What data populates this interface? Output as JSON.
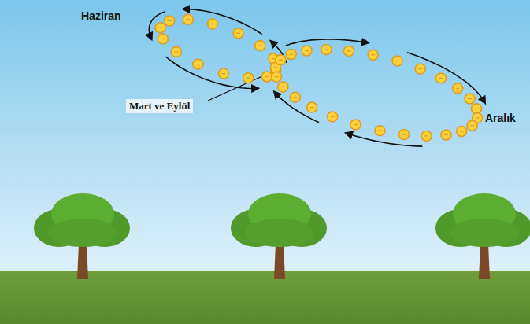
{
  "diagram": {
    "labels": [
      "Haziran",
      "Mart ve Eylül",
      "Aralık"
    ]
  }
}
